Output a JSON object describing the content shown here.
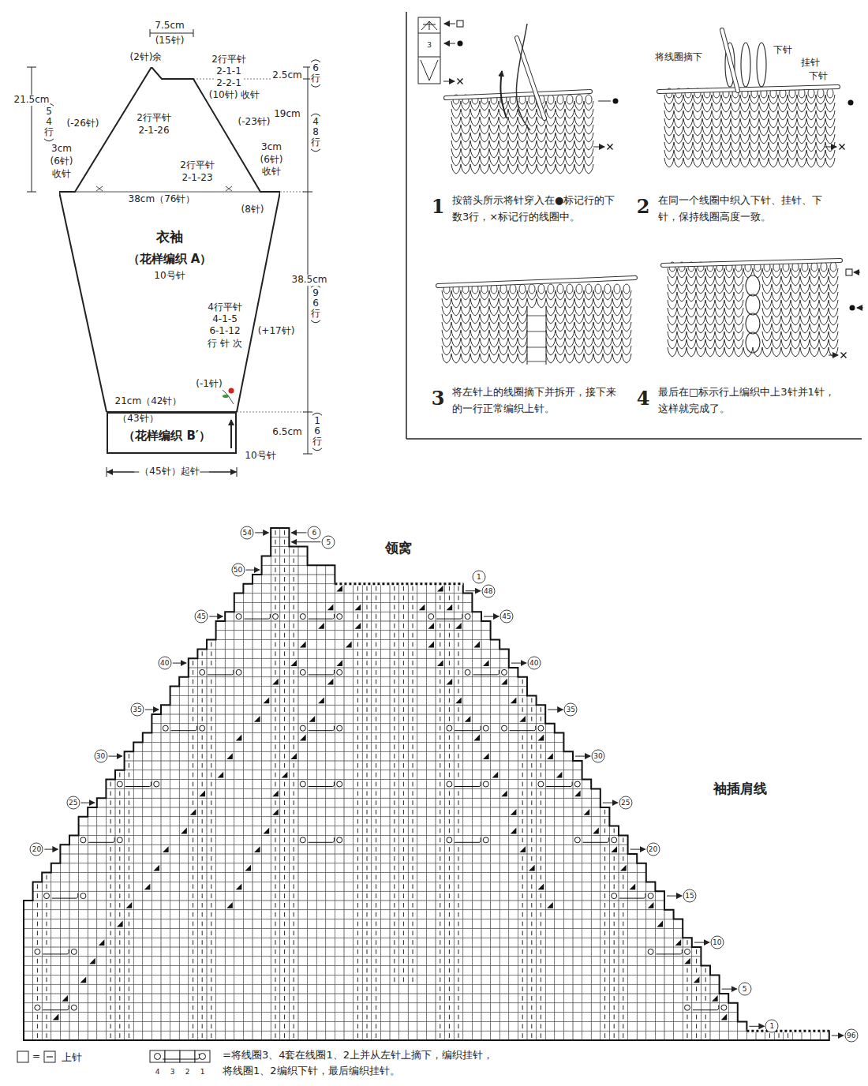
{
  "diagram": {
    "nodes": [
      {
        "text": [
          "衣袖",
          "（花样编织 A）",
          "10号针"
        ]
      },
      {
        "text": [
          "（花样编织 B′）"
        ]
      }
    ],
    "labels": [
      "7.5cm",
      "(15针)",
      "(2针)余",
      "2行平针",
      "2-1-1",
      "2-2-1",
      "(10针) 收针",
      "2.5cm",
      "6行",
      "19cm",
      "48行",
      "(-23针)",
      "(-26针)",
      "21.5cm",
      "54行",
      "3cm",
      "(6针)",
      "收针",
      "3cm",
      "(6针)",
      "收针",
      "2行平针",
      "2-1-26",
      "2行平针",
      "2-1-23",
      "38cm（76针）",
      "(8针)",
      "38.5cm",
      "96行",
      "4行平针",
      "4-1-5",
      "6-1-12",
      "行 针 次",
      "(+17针)",
      "(-1针)",
      "21cm（42针）",
      "（43针）",
      "6.5cm",
      "16行",
      "10号针",
      "（45针）起针",
      "3",
      "将线圈摘下",
      "下针",
      "挂针",
      "下针",
      "1",
      "按箭头所示将针穿入在●标记行的下数3行，×标记行的线圈中。",
      "2",
      "在同一个线圈中织入下针、挂针、下针，保持线圈高度一致。",
      "3",
      "将左针上的线圈摘下并拆开，接下来的一行正常编织上针。",
      "4",
      "最后在□标示行上编织中上3针并1针，这样就完成了。",
      "领窝",
      "袖插肩线",
      "54",
      "50",
      "45",
      "40",
      "35",
      "30",
      "25",
      "20",
      "6",
      "5",
      "1",
      "48",
      "45",
      "40",
      "35",
      "30",
      "25",
      "20",
      "15",
      "10",
      "5",
      "1",
      "96",
      "=",
      "4",
      "3",
      "2",
      "1"
    ],
    "legend": [
      {
        "text": "上针"
      },
      {
        "text": "=将线圈3、4套在线圈1、2上并从左针上摘下，编织挂针，将线圈1、2编织下针，最后编织挂针。"
      }
    ]
  }
}
